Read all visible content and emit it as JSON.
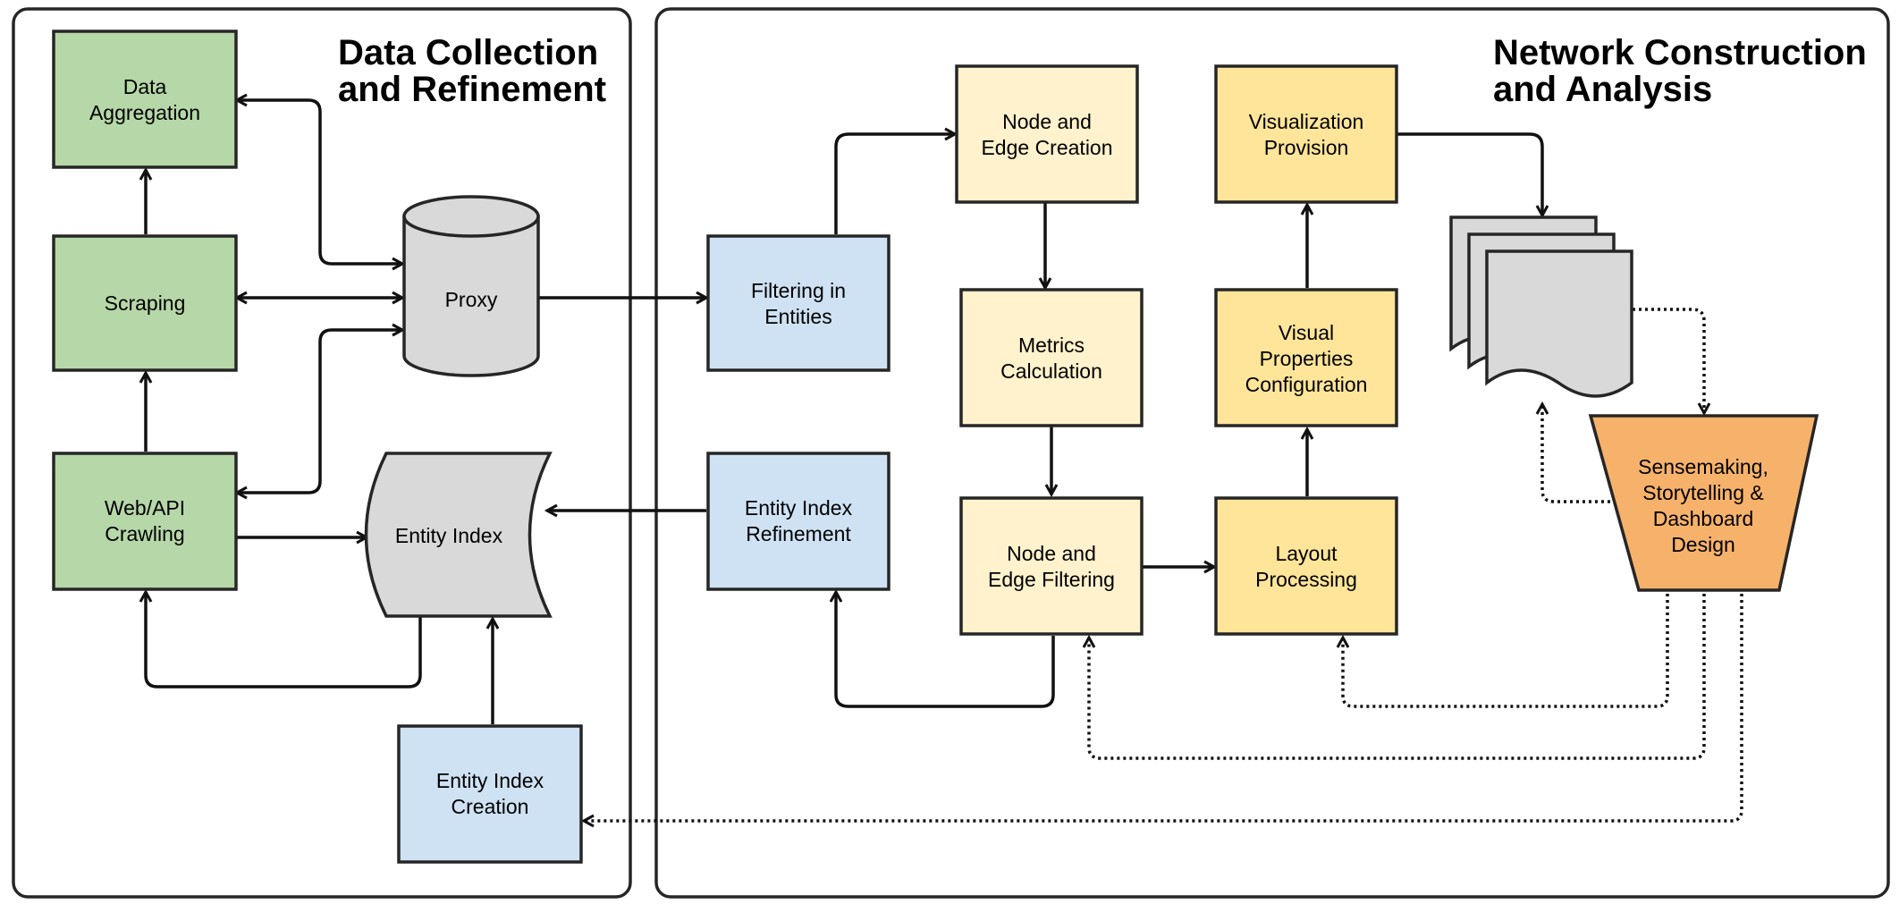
{
  "colors": {
    "green": "#b6d7a8",
    "blue": "#cfe2f3",
    "light_yellow": "#fff2cc",
    "yellow": "#ffe599",
    "orange": "#f6b26b",
    "gray": "#d9d9d9",
    "stroke": "#262626"
  },
  "panels": {
    "collection": {
      "title_line1": "Data Collection",
      "title_line2": "and Refinement"
    },
    "network": {
      "title_line1": "Network Construction",
      "title_line2": "and Analysis"
    }
  },
  "nodes": {
    "data_aggregation": {
      "line1": "Data",
      "line2": "Aggregation"
    },
    "scraping": {
      "line1": "Scraping"
    },
    "web_api_crawling": {
      "line1": "Web/API",
      "line2": "Crawling"
    },
    "proxy": {
      "line1": "Proxy"
    },
    "entity_index": {
      "line1": "Entity Index"
    },
    "entity_index_creation": {
      "line1": "Entity Index",
      "line2": "Creation"
    },
    "filtering_in_entities": {
      "line1": "Filtering in",
      "line2": "Entities"
    },
    "entity_index_refinement": {
      "line1": "Entity Index",
      "line2": "Refinement"
    },
    "node_edge_creation": {
      "line1": "Node and",
      "line2": "Edge Creation"
    },
    "metrics_calculation": {
      "line1": "Metrics",
      "line2": "Calculation"
    },
    "node_edge_filtering": {
      "line1": "Node and",
      "line2": "Edge Filtering"
    },
    "visualization_provision": {
      "line1": "Visualization",
      "line2": "Provision"
    },
    "visual_properties_configuration": {
      "line1": "Visual",
      "line2": "Properties",
      "line3": "Configuration"
    },
    "layout_processing": {
      "line1": "Layout",
      "line2": "Processing"
    },
    "sensemaking": {
      "line1": "Sensemaking,",
      "line2": "Storytelling &",
      "line3": "Dashboard",
      "line4": "Design"
    }
  }
}
